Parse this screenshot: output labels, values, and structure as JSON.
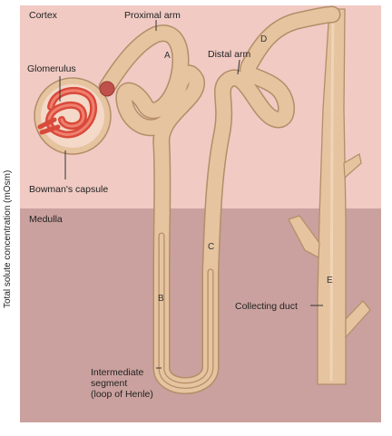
{
  "regions": {
    "cortex": "Cortex",
    "medulla": "Medulla"
  },
  "axis": {
    "y_label": "Total solute concentration (mOsm)"
  },
  "labels": {
    "proximal_arm": "Proximal arm",
    "distal_arm": "Distal arm",
    "glomerulus": "Glomerulus",
    "bowmans_capsule": "Bowman's capsule",
    "collecting_duct": "Collecting duct",
    "intermediate_line1": "Intermediate",
    "intermediate_line2": "segment",
    "intermediate_line3": "(loop of Henle)"
  },
  "letters": {
    "a": "A",
    "b": "B",
    "c": "C",
    "d": "D",
    "e": "E"
  },
  "colors": {
    "cortex_bg": "#f0cac3",
    "medulla_bg": "#caa19e",
    "tubule_fill": "#e6c4a0",
    "tubule_edge": "#b48d68",
    "glomerulus": "#d94a3a"
  }
}
